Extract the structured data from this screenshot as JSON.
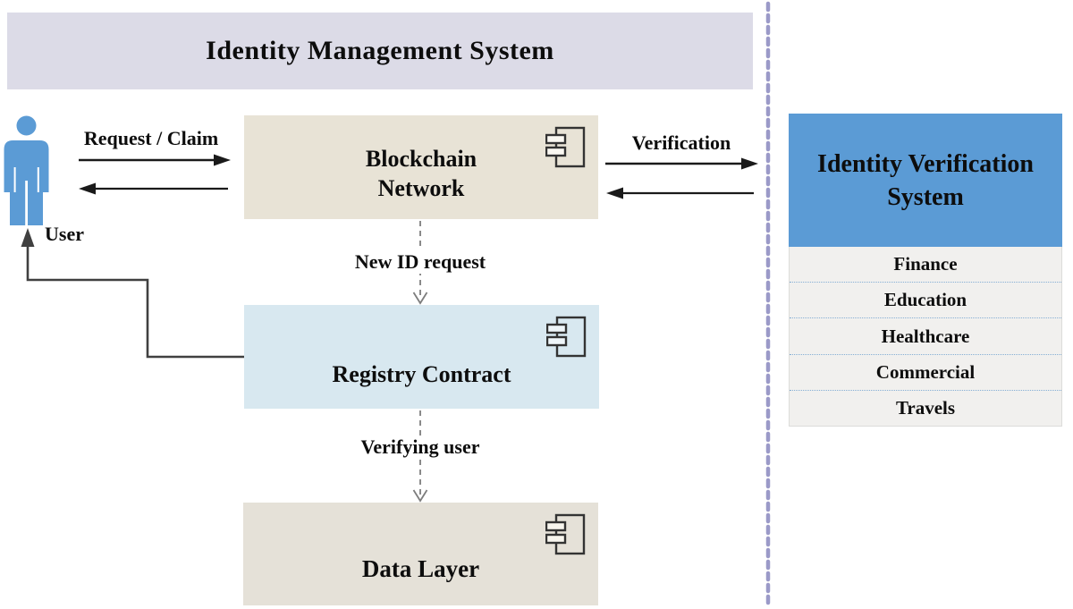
{
  "colors": {
    "header_bg": "#dcdbe7",
    "blockchain_box_bg": "#e8e3d6",
    "registry_box_bg": "#d8e8f0",
    "data_layer_box_bg": "#e5e1d8",
    "ivs_header_bg": "#5b9bd5",
    "ivs_body_bg": "#f1f0ee",
    "user_figure": "#5b9bd5",
    "divider": "#9b9ac8",
    "arrow": "#1a1a1a",
    "dashed_connector": "#7d7d7d",
    "feedback_line": "#404040"
  },
  "header": {
    "title": "Identity Management System"
  },
  "actor": {
    "label": "User"
  },
  "boxes": {
    "blockchain": {
      "lines": [
        "Blockchain",
        "Network"
      ]
    },
    "registry": {
      "title": "Registry Contract"
    },
    "data_layer": {
      "title": "Data Layer"
    }
  },
  "connectors": {
    "request_claim": {
      "label": "Request / Claim"
    },
    "verification": {
      "label": "Verification"
    },
    "new_id_request": {
      "label": "New ID request"
    },
    "verifying_user": {
      "label": "Verifying user"
    }
  },
  "ivs": {
    "title_lines": [
      "Identity Verification",
      "System"
    ],
    "rows": [
      "Finance",
      "Education",
      "Healthcare",
      "Commercial",
      "Travels"
    ]
  }
}
